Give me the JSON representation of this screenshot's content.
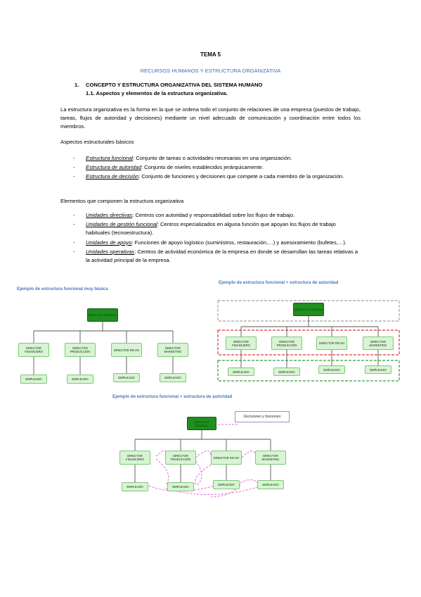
{
  "doc": {
    "tema": "TEMA 5",
    "subtitle": "RECURSOS HUMANOS Y ESTRUCTURA ORGANIZATIVA",
    "h1_num": "1.",
    "h1": "CONCEPTO Y ESTRUCTURA ORGANIZATIVA DEL SISTEMA HUMANO",
    "h2": "1.1. Aspectos y elementos de la estructura organizativa.",
    "intro": "La estructura organizativa es la forma en la que se ordena todo el conjunto de relaciones de una empresa (puestos de trabajo, tareas, flujos de autoridad y decisiones) mediante un nivel adecuado de comunicación y coordinación entre todos los miembros.",
    "aspects_title": "Aspectos estructurales básicos",
    "aspects": [
      {
        "term": "Estructura funcional",
        "text": ": Conjunto de tareas o actividades necesarias en una organización."
      },
      {
        "term": "Estructura de autoridad",
        "text": ": Conjunto de niveles establecidos jerárquicamente."
      },
      {
        "term": "Estructura de decisión",
        "text": ": Conjunto de funciones y decisiones que compete a cada miembro de la organización."
      }
    ],
    "elements_title": "Elementos que componen la estructura organizativa",
    "elements": [
      {
        "term": "Unidades directivas",
        "text": ": Centros con autoridad y responsabilidad sobre los flujos de trabajo."
      },
      {
        "term": "Unidades de gestión funcional",
        "text": ": Centros especializados en alguna función que apoyan los flujos de trabajo habituales (tecnoestructura)."
      },
      {
        "term": "Unidades de apoyo",
        "text": ": Funciones de apoyo logístico (suministros, restauración,…) y asesoramiento (bufetes,…)."
      },
      {
        "term": "Unidades operativas",
        "text": ": Centros de actividad económica de la empresa en donde se desarrollan las tareas relativas a la actividad principal de la empresa."
      }
    ]
  },
  "diagrams": {
    "cap1": "Ejemplo de estructura funcional muy básica",
    "cap2": "Ejemplo de estructura funcional + estructura de autoridad",
    "cap3": "Ejemplo de estructura funcional + estructura de autoridad",
    "decisiones": "Decisiones y funciones",
    "root": "DIRECTOR GENERAL",
    "directors": [
      "DIRECTOR FINANCIERO",
      "DIRECTOR PRODUCCIÓN",
      "DIRECTOR RR.HH",
      "DIRECTOR MARKETING"
    ],
    "employee": "EMPLEADO"
  },
  "colors": {
    "accent_blue": "#3f6fb5",
    "node_fill": "#d7f5d2",
    "root_fill": "#1f8f1f",
    "red_dashed": "#e0353b",
    "green_dashed": "#3a9a3a",
    "pink_arrows": "#e86ad0"
  }
}
